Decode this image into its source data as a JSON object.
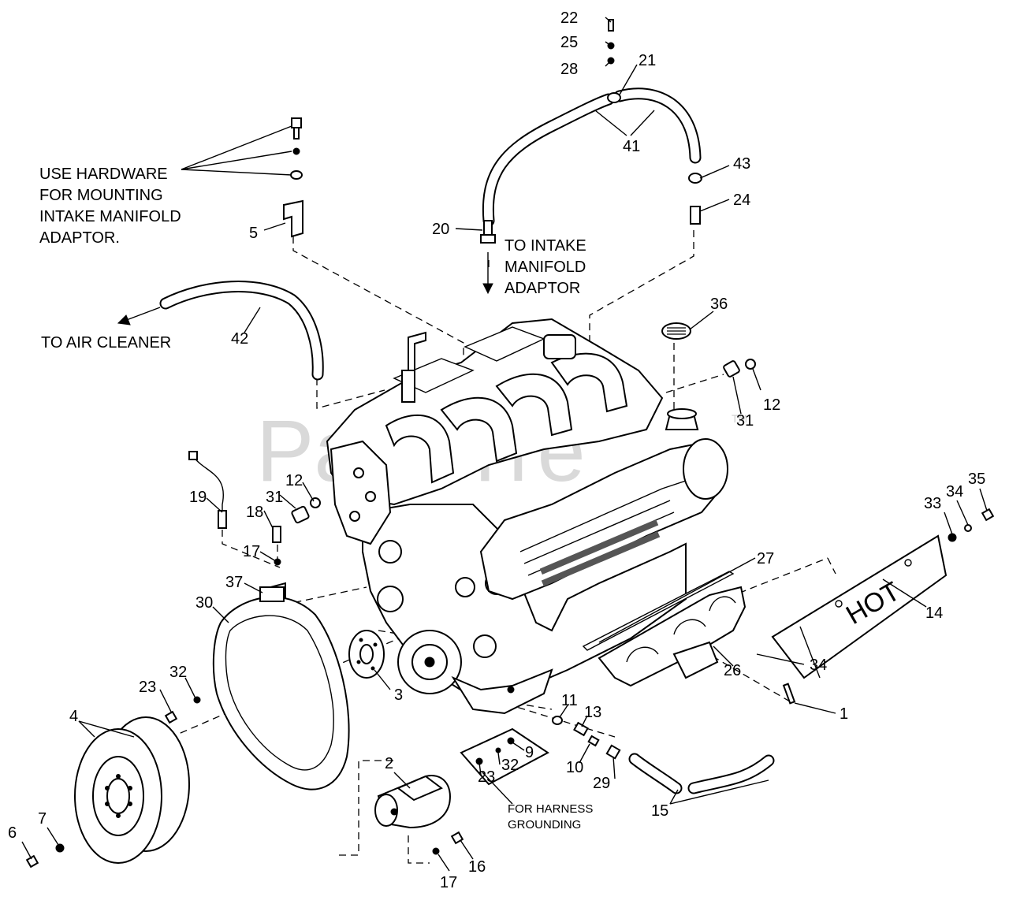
{
  "watermark": {
    "text": "PartsTre",
    "trademark": "TM"
  },
  "notes": {
    "hardware": [
      "USE HARDWARE",
      "FOR MOUNTING",
      "INTAKE MANIFOLD",
      "ADAPTOR."
    ],
    "intake": [
      "TO INTAKE",
      "MANIFOLD",
      "ADAPTOR"
    ],
    "air_cleaner": "TO AIR CLEANER",
    "harness": [
      "FOR HARNESS",
      "GROUNDING"
    ],
    "heat_shield": "HOT"
  },
  "callouts": [
    {
      "id": "c22",
      "label": "22"
    },
    {
      "id": "c25",
      "label": "25"
    },
    {
      "id": "c28",
      "label": "28"
    },
    {
      "id": "c21",
      "label": "21"
    },
    {
      "id": "c41",
      "label": "41"
    },
    {
      "id": "c43",
      "label": "43"
    },
    {
      "id": "c24",
      "label": "24"
    },
    {
      "id": "c20",
      "label": "20"
    },
    {
      "id": "c5",
      "label": "5"
    },
    {
      "id": "c42",
      "label": "42"
    },
    {
      "id": "c36",
      "label": "36"
    },
    {
      "id": "c12a",
      "label": "12"
    },
    {
      "id": "c31a",
      "label": "31"
    },
    {
      "id": "c19",
      "label": "19"
    },
    {
      "id": "c31b",
      "label": "31"
    },
    {
      "id": "c12b",
      "label": "12"
    },
    {
      "id": "c18",
      "label": "18"
    },
    {
      "id": "c17a",
      "label": "17"
    },
    {
      "id": "c37",
      "label": "37"
    },
    {
      "id": "c30",
      "label": "30"
    },
    {
      "id": "c27",
      "label": "27"
    },
    {
      "id": "c33",
      "label": "33"
    },
    {
      "id": "c34a",
      "label": "34"
    },
    {
      "id": "c35",
      "label": "35"
    },
    {
      "id": "c14",
      "label": "14"
    },
    {
      "id": "c3",
      "label": "3"
    },
    {
      "id": "c26",
      "label": "26"
    },
    {
      "id": "c34b",
      "label": "34"
    },
    {
      "id": "c23a",
      "label": "23"
    },
    {
      "id": "c32a",
      "label": "32"
    },
    {
      "id": "c1",
      "label": "1"
    },
    {
      "id": "c11",
      "label": "11"
    },
    {
      "id": "c13",
      "label": "13"
    },
    {
      "id": "c4",
      "label": "4"
    },
    {
      "id": "c9",
      "label": "9"
    },
    {
      "id": "c32b",
      "label": "32"
    },
    {
      "id": "c23b",
      "label": "23"
    },
    {
      "id": "c10",
      "label": "10"
    },
    {
      "id": "c29",
      "label": "29"
    },
    {
      "id": "c2",
      "label": "2"
    },
    {
      "id": "c15",
      "label": "15"
    },
    {
      "id": "c7",
      "label": "7"
    },
    {
      "id": "c6",
      "label": "6"
    },
    {
      "id": "c16",
      "label": "16"
    },
    {
      "id": "c17b",
      "label": "17"
    }
  ]
}
